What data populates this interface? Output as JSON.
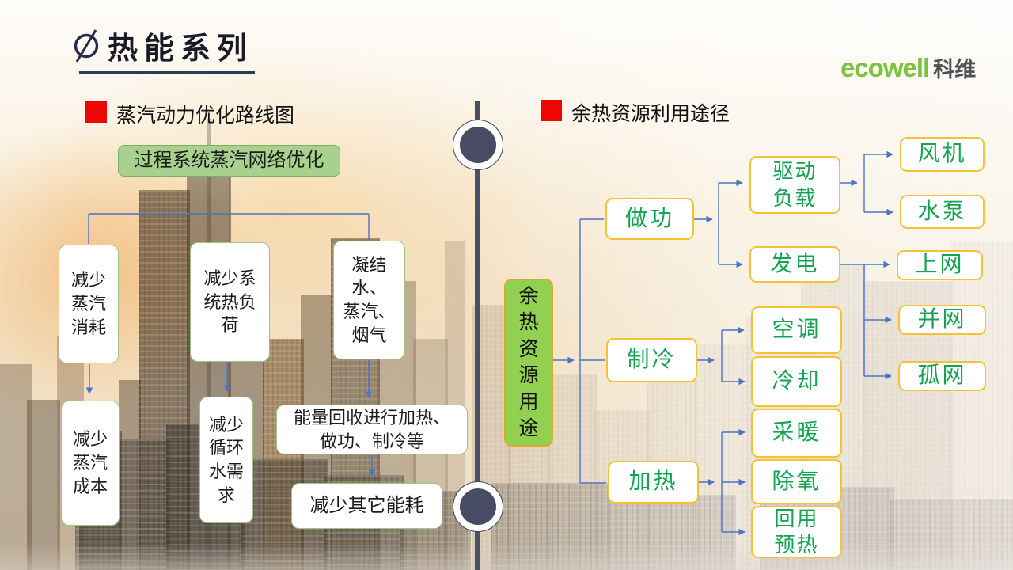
{
  "title": {
    "icon": "circle-slash",
    "text": "热能系列"
  },
  "logo": {
    "brand": "ecowell",
    "cn": "科维"
  },
  "left": {
    "heading": "蒸汽动力优化路线图",
    "root": "过程系统蒸汽网络优化",
    "boxes": {
      "reduce_steam_use": "减少\n蒸汽\n消耗",
      "reduce_sys_heat_load": "减少系\n统热负\n荷",
      "condensate_steam_flue": "凝结\n水、\n蒸汽、\n烟气",
      "reduce_steam_cost": "减少\n蒸汽\n成本",
      "reduce_cycle_water": "减少\n循环\n水需\n求",
      "energy_recovery": "能量回收进行加热、\n做功、制冷等",
      "reduce_other_energy": "减少其它能耗"
    }
  },
  "center": {
    "label": "余热资源用途"
  },
  "right": {
    "heading": "余热资源利用途径",
    "boxes": {
      "work": "做功",
      "drive_load": "驱动\n负载",
      "fan": "风机",
      "pump": "水泵",
      "generate": "发电",
      "grid_feed": "上网",
      "grid_tie": "并网",
      "grid_island": "孤网",
      "refrigeration": "制冷",
      "air_conditioning": "空调",
      "cooling": "冷却",
      "heating": "加热",
      "space_heating": "采暖",
      "deoxygenation": "除氧",
      "reuse_preheat": "回用\n预热"
    }
  },
  "colors": {
    "accent_red": "#ee0505",
    "gold_border": "#f5c234",
    "green_text": "#13a351",
    "green_fill": "#92d050",
    "light_green_fill": "#a9d18e",
    "connector_blue": "#4a74c4",
    "timeline_slate": "#4a4e66",
    "brand_green": "#7cc23d"
  }
}
